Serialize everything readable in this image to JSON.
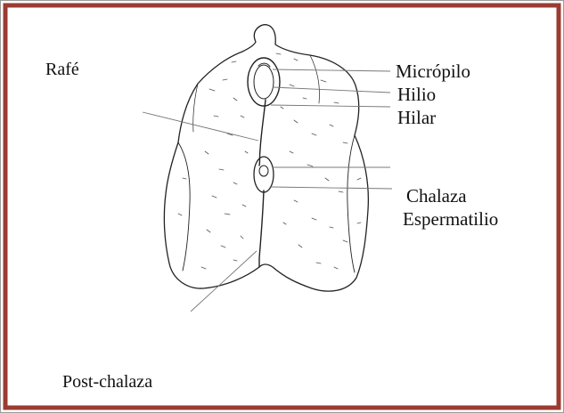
{
  "figure": {
    "border_color": "#9b3b32",
    "ink_color": "#222222",
    "labels": {
      "rafe": "Rafé",
      "micropilo": "Micrópilo",
      "hilio": "Hilio",
      "hilar": "Hilar",
      "chalaza": "Chalaza",
      "espermatilio": "Espermatilio",
      "post_chalaza": "Post-chalaza"
    }
  }
}
